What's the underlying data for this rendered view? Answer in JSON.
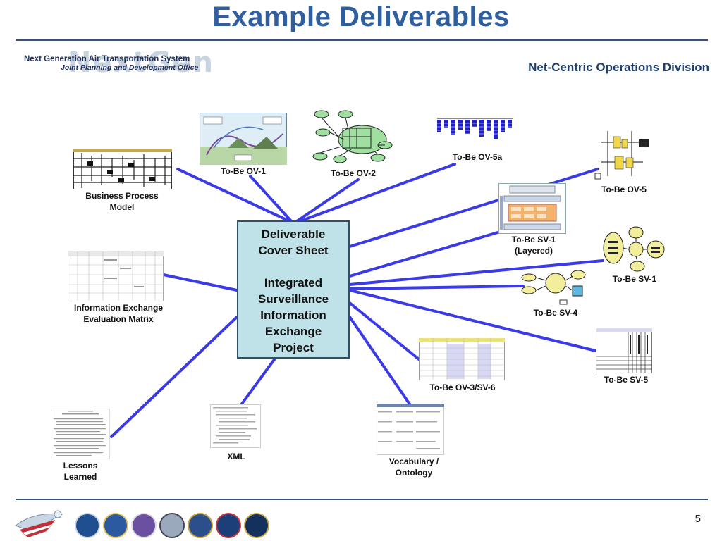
{
  "title": "Example Deliverables",
  "header": {
    "org_name": "Next Generation Air Transportation System",
    "org_subtitle": "Joint Planning and Development Office",
    "logo_watermark": "NextGen",
    "division": "Net-Centric Operations Division"
  },
  "center": {
    "line1": "Deliverable",
    "line2": "Cover Sheet",
    "line3": "Integrated",
    "line4": "Surveillance",
    "line5": "Information",
    "line6": "Exchange",
    "line7": "Project"
  },
  "deliverables": {
    "bpm_1": "Business Process",
    "bpm_2": "Model",
    "ov1": "To-Be OV-1",
    "ov2": "To-Be OV-2",
    "ov5a": "To-Be OV-5a",
    "ov5": "To-Be OV-5",
    "sv1_layered_1": "To-Be SV-1",
    "sv1_layered_2": "(Layered)",
    "sv1": "To-Be SV-1",
    "sv4": "To-Be SV-4",
    "sv5": "To-Be SV-5",
    "ov3sv6": "To-Be OV-3/SV-6",
    "iem_1": "Information Exchange",
    "iem_2": "Evaluation Matrix",
    "xml": "XML",
    "vocab_1": "Vocabulary /",
    "vocab_2": "Ontology",
    "lessons_1": "Lessons",
    "lessons_2": "Learned"
  },
  "footer": {
    "page_number": "5"
  },
  "colors": {
    "title": "#2f5f9e",
    "connector": "#3a3ae6",
    "center_fill": "#bfe2e8",
    "rule": "#34507f"
  }
}
